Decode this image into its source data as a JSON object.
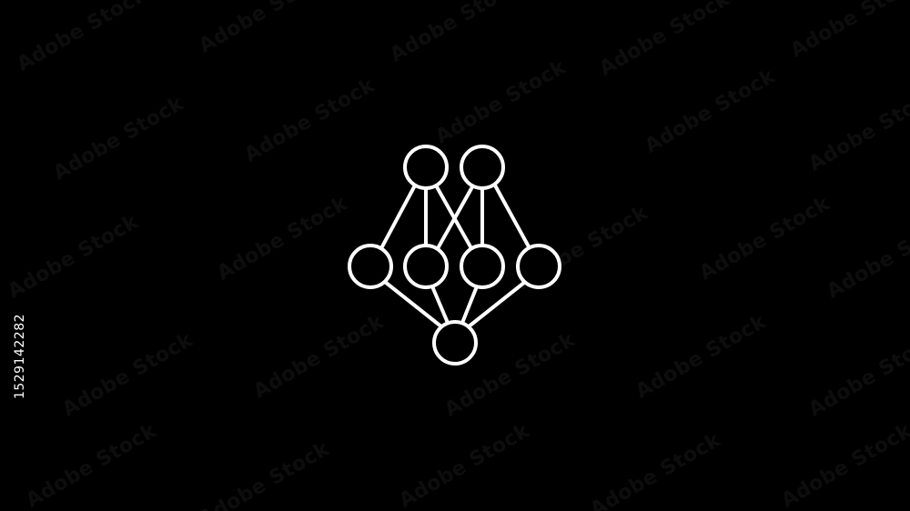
{
  "watermark": {
    "text": "Adobe Stock",
    "color": "rgba(255,255,255,0.05)"
  },
  "stock_id": {
    "text": "1529142282",
    "color": "#ffffff"
  },
  "icon": {
    "name": "neural-network-icon",
    "stroke_color": "#ffffff",
    "background": "#000000",
    "layers": [
      {
        "name": "input",
        "node_count": 2
      },
      {
        "name": "hidden",
        "node_count": 4
      },
      {
        "name": "output",
        "node_count": 1
      }
    ]
  }
}
